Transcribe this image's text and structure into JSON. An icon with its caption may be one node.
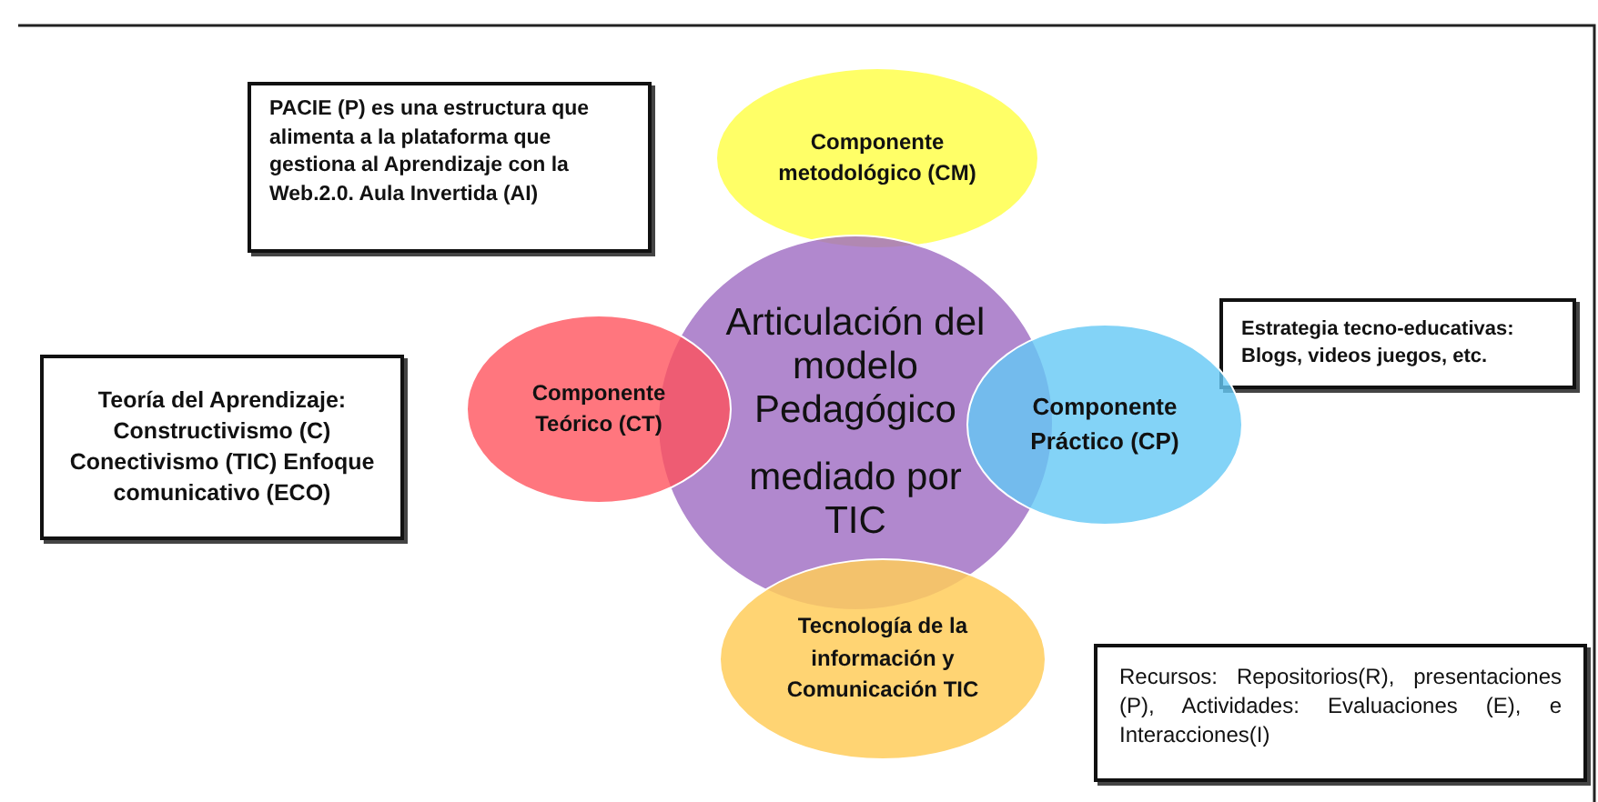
{
  "diagram": {
    "nodes": [
      {
        "text": [
          "PACIE (P) es una estructura que alimenta a la plataforma que gestiona al Aprendizaje con la Web.2.0. Aula Invertida (AI)"
        ]
      },
      {
        "text": [
          "Componente metodológico (CM)"
        ]
      },
      {
        "text": [
          "Estrategia tecno-educativas: Blogs, videos juegos, etc."
        ]
      },
      {
        "text": [
          "Teoría del Aprendizaje: Constructivismo (C) Conectivismo (TIC) Enfoque comunicativo (ECO)"
        ]
      },
      {
        "text": [
          "Articulación del modelo Pedagógico",
          "mediado por TIC"
        ]
      },
      {
        "text": [
          "Componente Teórico (CT)"
        ]
      },
      {
        "text": [
          "Componente Práctico (CP)"
        ]
      },
      {
        "text": [
          "Tecnología de la información y Comunicación TIC"
        ]
      },
      {
        "text": [
          "Recursos: Repositorios(R), presentaciones (P), Actividades: Evaluaciones (E), e Interacciones(I)"
        ]
      }
    ],
    "edges": []
  }
}
